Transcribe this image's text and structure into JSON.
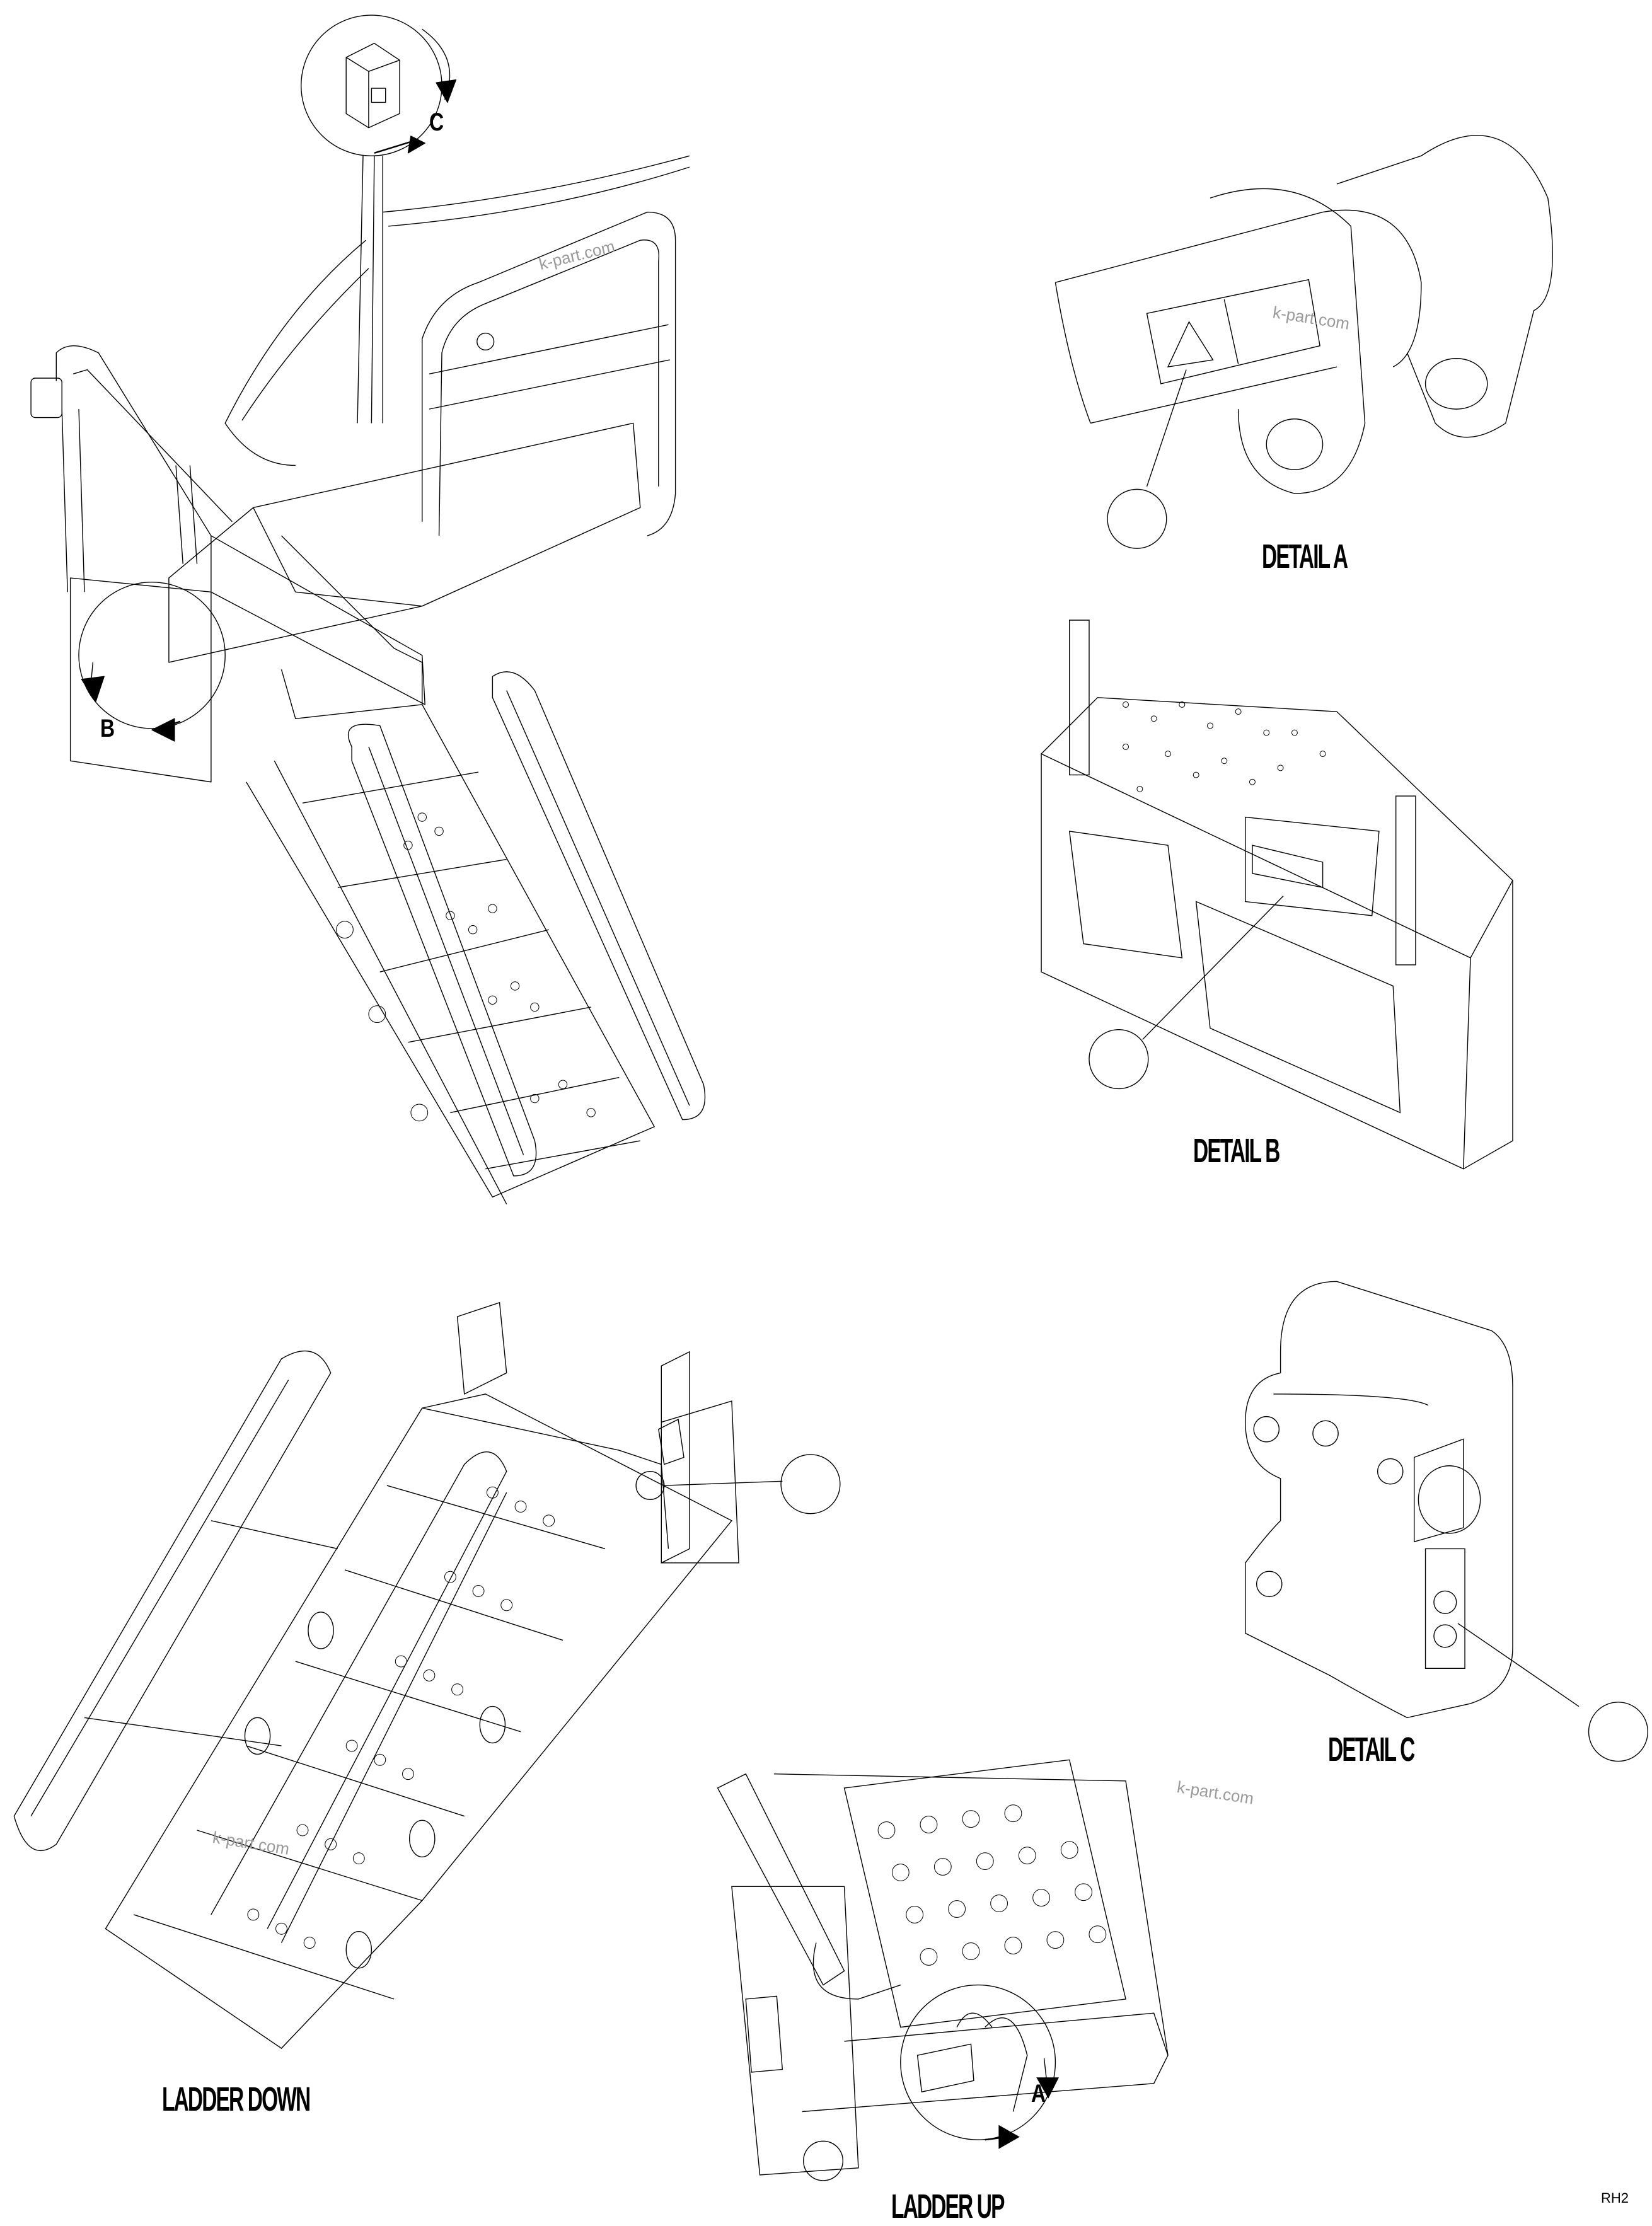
{
  "captions": {
    "detail_a": "DETAIL A",
    "detail_b": "DETAIL B",
    "detail_c": "DETAIL C",
    "ladder_down": "LADDER DOWN",
    "ladder_up": "LADDER UP"
  },
  "callout_letters": {
    "a": "A",
    "b": "B",
    "c": "C"
  },
  "watermark": "k-part.com",
  "drawing_code": "RH2",
  "colors": {
    "line": "#000000",
    "background": "#ffffff",
    "watermark": "#9a9a9a"
  }
}
